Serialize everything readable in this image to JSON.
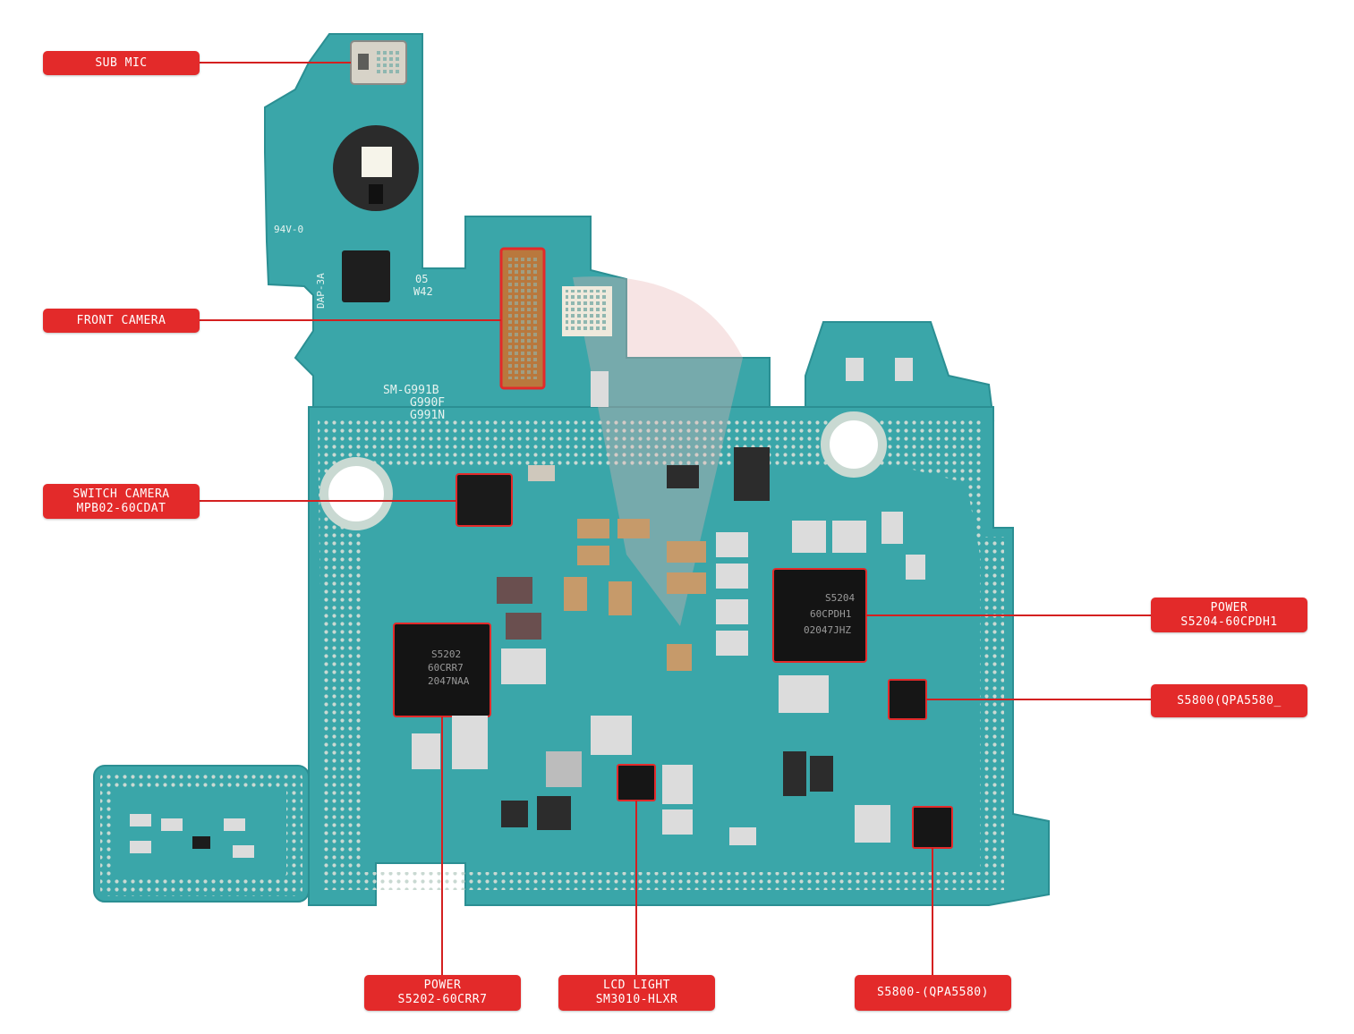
{
  "labels": {
    "sub_mic": {
      "line1": "SUB MIC"
    },
    "front_camera": {
      "line1": "FRONT CAMERA"
    },
    "switch_camera": {
      "line1": "SWITCH CAMERA",
      "line2": "MPB02-60CDAT"
    },
    "power_right": {
      "line1": "POWER",
      "line2": "S5204-60CPDH1"
    },
    "s5800_right": {
      "line1": "S5800(QPA5580_"
    },
    "power_bottom": {
      "line1": "POWER",
      "line2": "S5202-60CRR7"
    },
    "lcd_light": {
      "line1": "LCD LIGHT",
      "line2": "SM3010-HLXR"
    },
    "s5800_bottom": {
      "line1": "S5800-(QPA5580)"
    }
  },
  "board_markings": {
    "model_1": "SM-G991B",
    "model_2": "G990F",
    "model_3": "G991N",
    "rating": "94V-0",
    "code": "05",
    "week": "W42",
    "dap": "DAP-3A",
    "chip_left_1": "S5202",
    "chip_left_2": "60CRR7",
    "chip_left_3": "2047NAA",
    "chip_right_1": "S5204",
    "chip_right_2": "60CPDH1",
    "chip_right_3": "02047JHZ"
  },
  "colors": {
    "board": "#3aa6a9",
    "board_dark": "#2b8f93",
    "label_bg": "#e32a2a",
    "leader": "#d42020"
  }
}
